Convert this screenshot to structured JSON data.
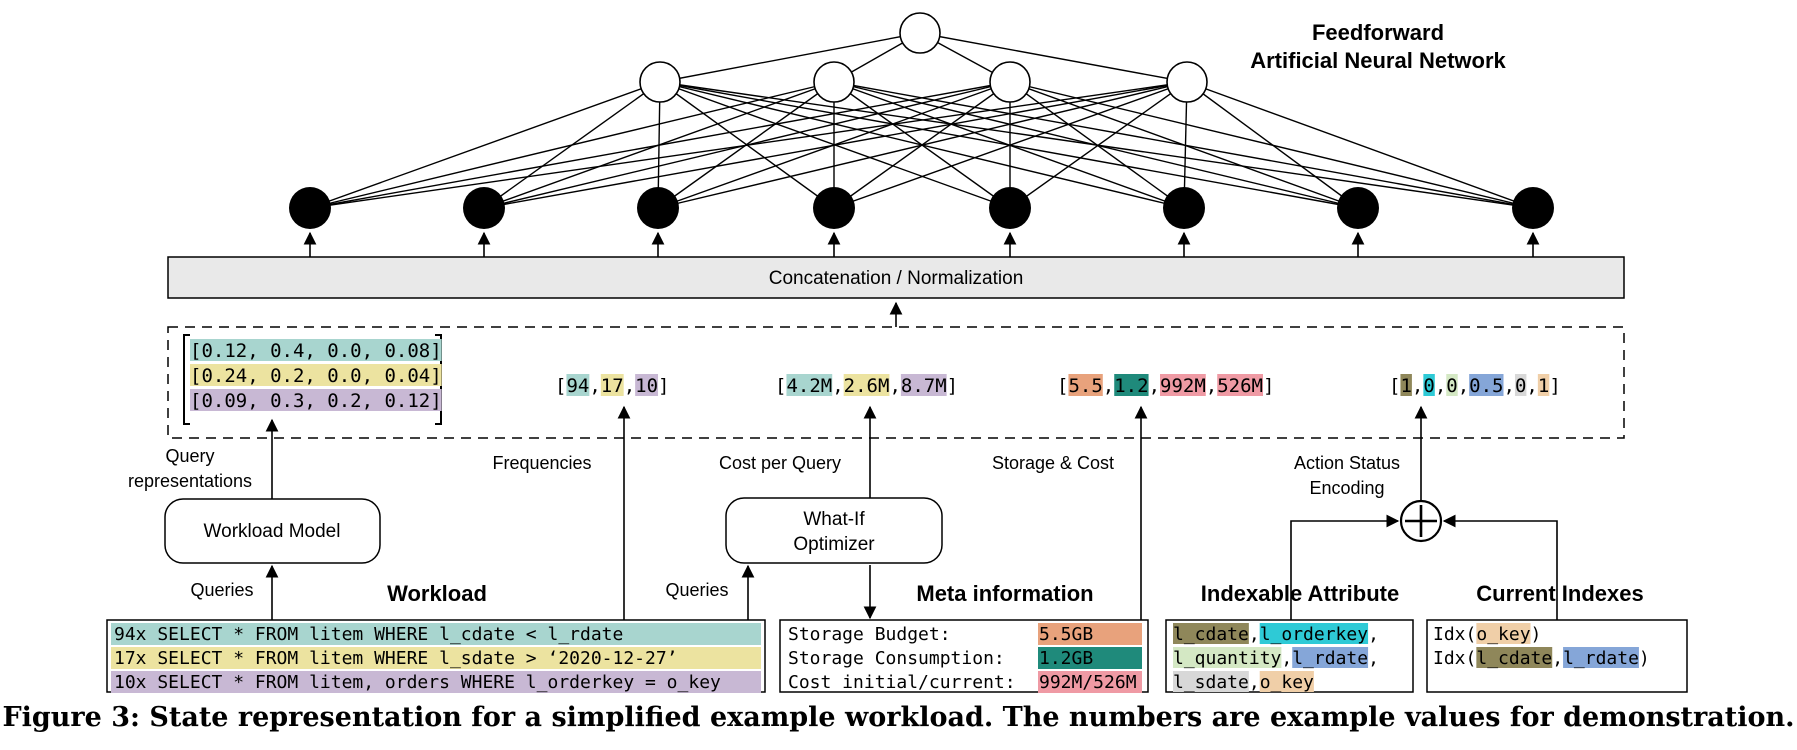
{
  "title": {
    "line1": "Feedforward",
    "line2": "Artificial Neural Network"
  },
  "concat_label": "Concatenation / Normalization",
  "query_vectors": [
    {
      "text": "[0.12, 0.4, 0.0, 0.08]",
      "color": "#a8d5cf"
    },
    {
      "text": "[0.24, 0.2, 0.0, 0.04]",
      "color": "#ece3a0"
    },
    {
      "text": "[0.09, 0.3, 0.2, 0.12]",
      "color": "#c8b8d4"
    }
  ],
  "frequencies": {
    "open": "[",
    "close": "]",
    "items": [
      {
        "text": "94",
        "color": "#a8d5cf"
      },
      {
        "text": "17",
        "color": "#ece3a0"
      },
      {
        "text": "10",
        "color": "#c8b8d4"
      }
    ]
  },
  "costs": {
    "open": "[",
    "close": "]",
    "items": [
      {
        "text": "4.2M",
        "color": "#a8d5cf"
      },
      {
        "text": "2.6M",
        "color": "#ece3a0"
      },
      {
        "text": "8.7M",
        "color": "#c8b8d4"
      }
    ]
  },
  "storage_cost": {
    "open": "[",
    "close": "]",
    "items": [
      {
        "text": "5.5",
        "color": "#e8a27c"
      },
      {
        "text": "1.2",
        "color": "#1f8a7b"
      },
      {
        "text": "992M",
        "color": "#ef9aa4"
      },
      {
        "text": "526M",
        "color": "#ef9aa4"
      }
    ]
  },
  "action_status": {
    "open": "[",
    "close": "]",
    "items": [
      {
        "text": "1",
        "color": "#8f875a"
      },
      {
        "text": "0",
        "color": "#2ecad6"
      },
      {
        "text": "0",
        "color": "#d4e8c4"
      },
      {
        "text": "0.5",
        "color": "#85a6d8"
      },
      {
        "text": "0",
        "color": "#d8d8d8"
      },
      {
        "text": "1",
        "color": "#f0cfa8"
      }
    ]
  },
  "labels": {
    "query_repr_1": "Query",
    "query_repr_2": "representations",
    "frequencies": "Frequencies",
    "cost_per_query": "Cost per Query",
    "storage_cost": "Storage & Cost",
    "action_status_1": "Action Status",
    "action_status_2": "Encoding",
    "queries_left": "Queries",
    "queries_mid": "Queries"
  },
  "workload_model": "Workload Model",
  "whatif": {
    "line1": "What-If",
    "line2": "Optimizer"
  },
  "headings": {
    "workload": "Workload",
    "meta": "Meta information",
    "indexable": "Indexable Attribute",
    "current": "Current Indexes"
  },
  "workload_queries": [
    {
      "text": "94x SELECT * FROM litem WHERE l_cdate < l_rdate",
      "color": "#a8d5cf"
    },
    {
      "text": "17x SELECT * FROM litem WHERE l_sdate > ‘2020-12-27’",
      "color": "#ece3a0"
    },
    {
      "text": "10x SELECT * FROM litem, orders WHERE l_orderkey = o_key",
      "color": "#c8b8d4"
    }
  ],
  "meta_info": [
    {
      "label": "Storage Budget:",
      "value": "5.5GB",
      "color": "#e8a27c"
    },
    {
      "label": "Storage Consumption:",
      "value": "1.2GB",
      "color": "#1f8a7b"
    },
    {
      "label": "Cost initial/current:",
      "value": "992M/526M",
      "color": "#ef9aa4"
    }
  ],
  "indexable_attributes": [
    {
      "text": "l_cdate",
      "color": "#8f875a",
      "sep": ", "
    },
    {
      "text": "l_orderkey",
      "color": "#2ecad6",
      "sep": ","
    },
    {
      "text": "l_quantity",
      "color": "#d4e8c4",
      "sep": ", "
    },
    {
      "text": "l_rdate",
      "color": "#85a6d8",
      "sep": ","
    },
    {
      "text": "l_sdate",
      "color": "#d8d8d8",
      "sep": ", "
    },
    {
      "text": "o_key",
      "color": "#f0cfa8",
      "sep": ""
    }
  ],
  "current_indexes": {
    "prefix": "Idx(",
    "suffix": ")",
    "index1": {
      "text": "o_key",
      "color": "#f0cfa8"
    },
    "index2": [
      {
        "text": "l_cdate",
        "color": "#8f875a"
      },
      {
        "text": "l_rdate",
        "color": "#85a6d8"
      }
    ]
  },
  "plus_symbol": "+",
  "caption": "Figure 3: State representation for a simplified example workload. The numbers are example values for demonstration."
}
